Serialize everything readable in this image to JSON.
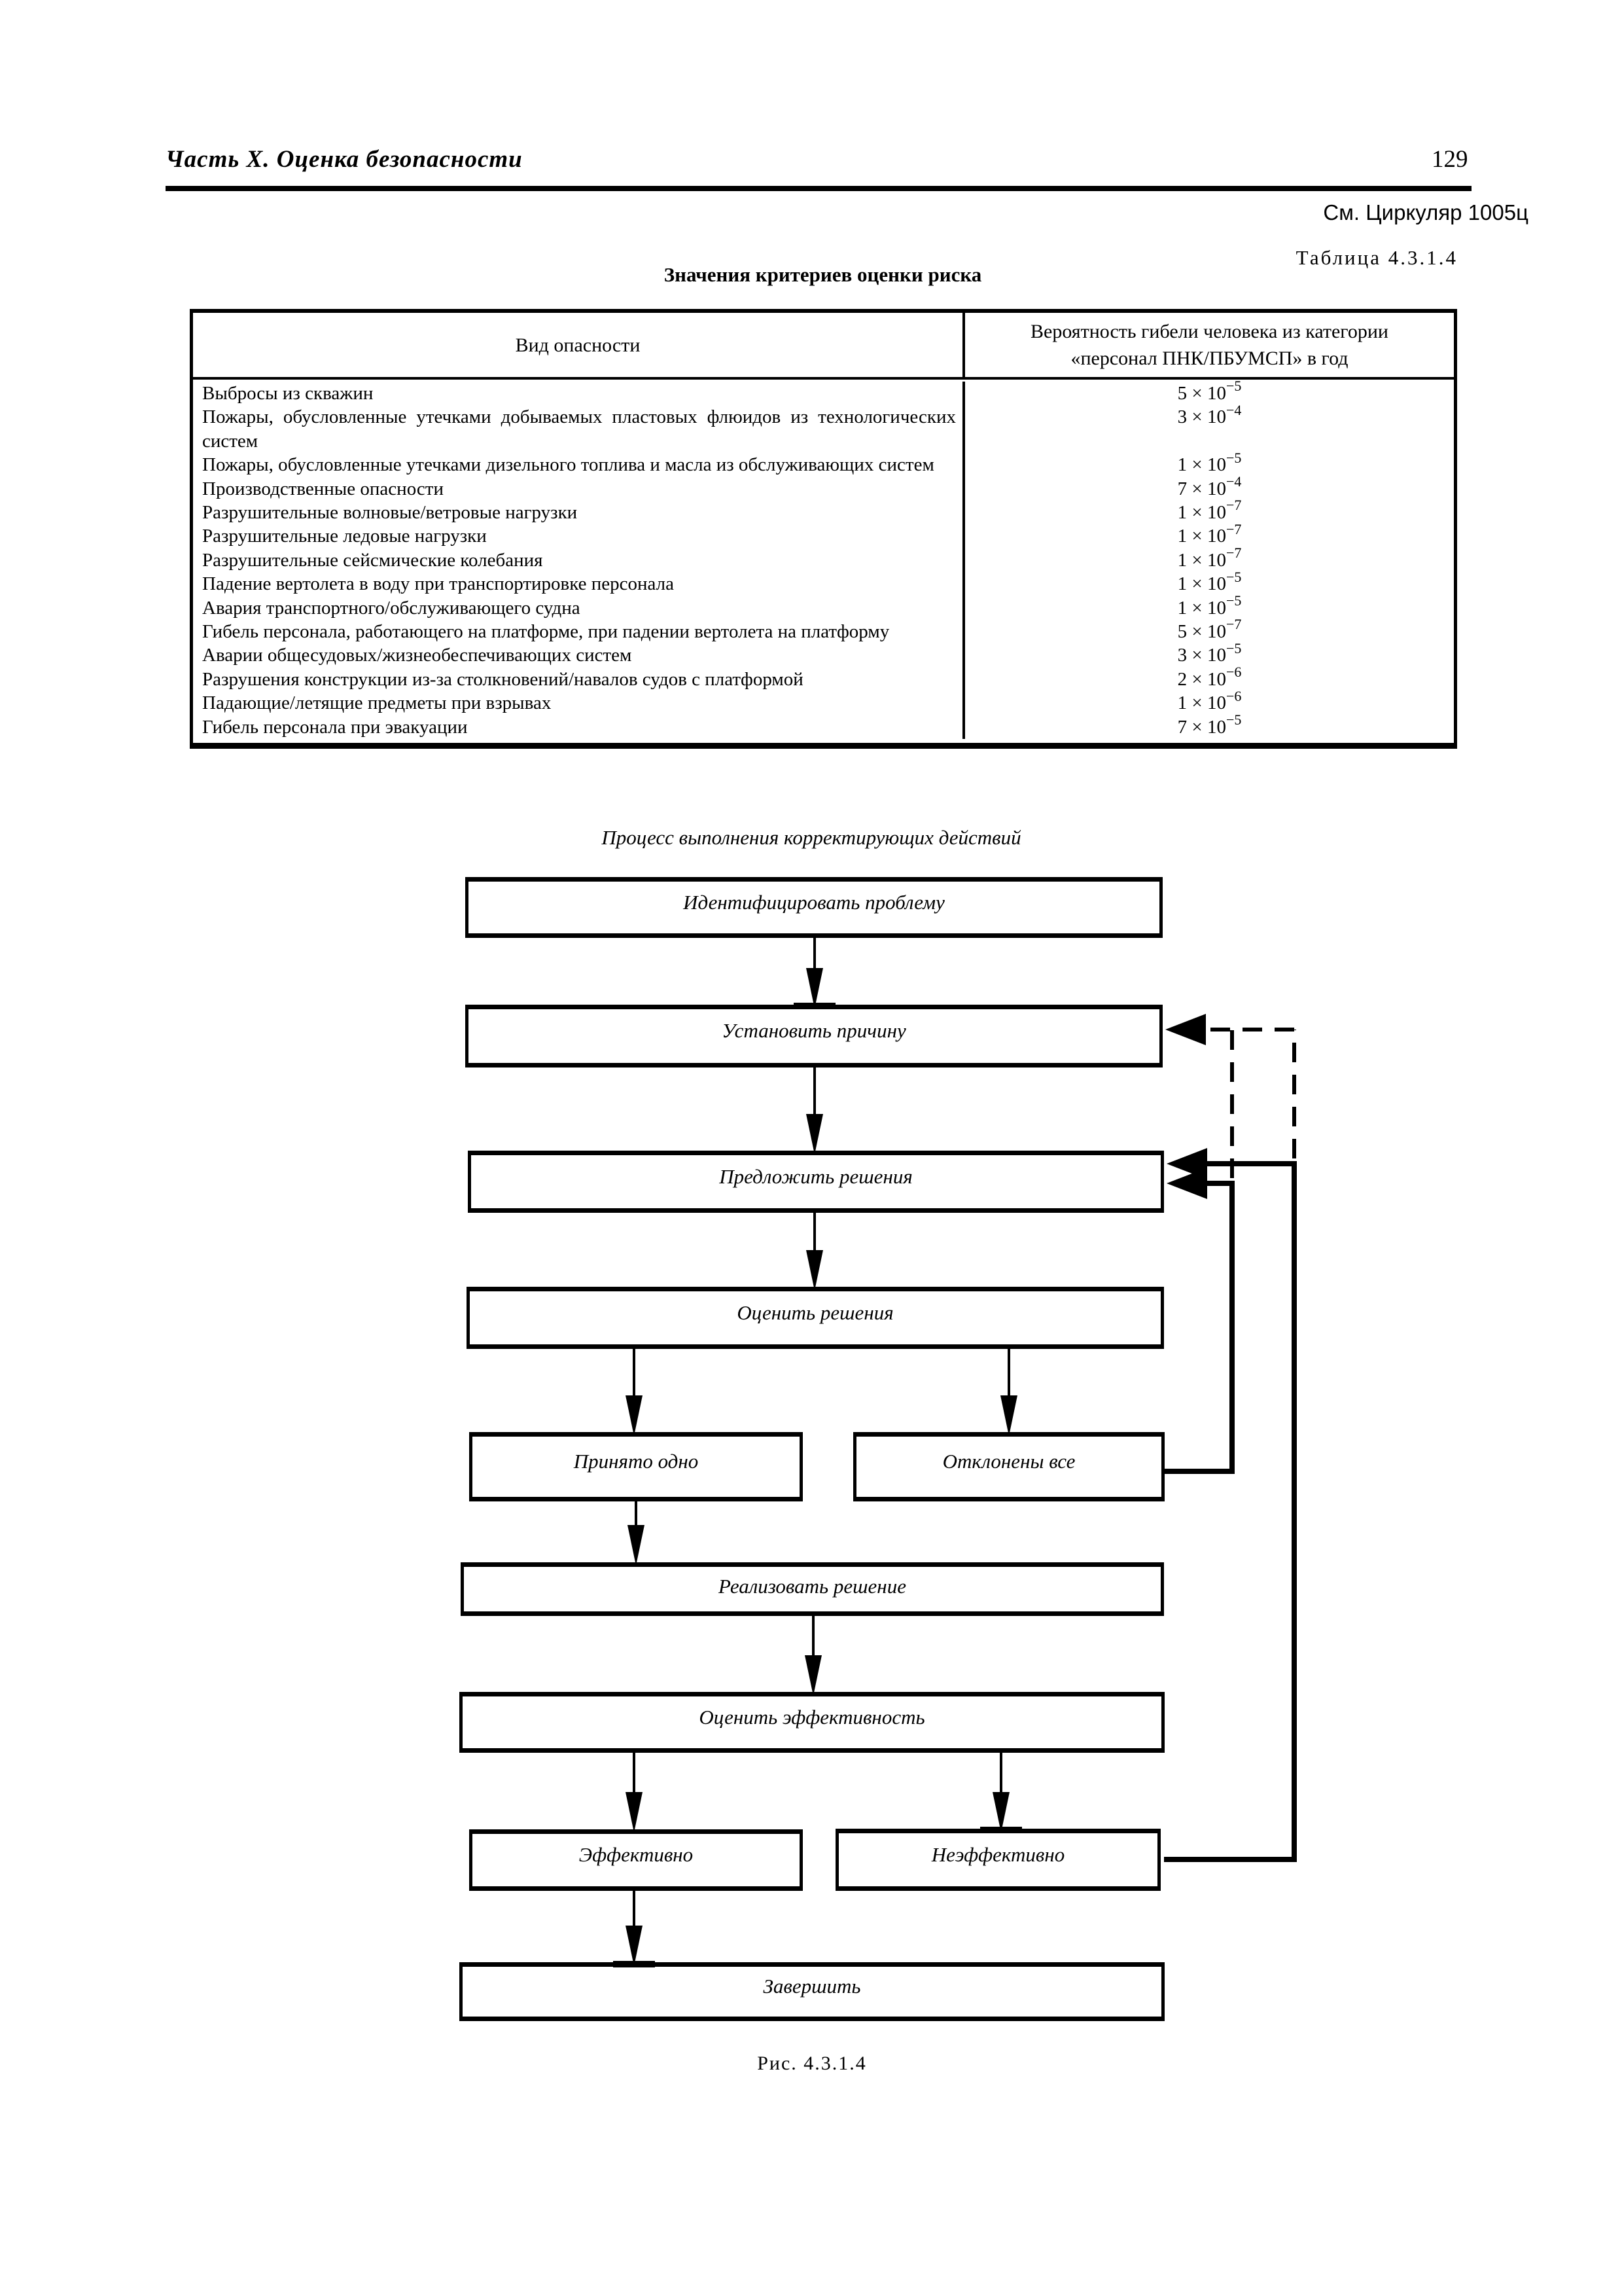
{
  "colors": {
    "ink": "#000000",
    "paper": "#ffffff"
  },
  "header": {
    "part_title": "Часть X. Оценка безопасности",
    "page_number": "129"
  },
  "notes": {
    "circular": "См. Циркуляр 1005ц",
    "table_label": "Таблица 4.3.1.4"
  },
  "table": {
    "title": "Значения критериев оценки риска",
    "col1_header": "Вид опасности",
    "col2_header": "Вероятность гибели человека из категории «персонал ПНК/ПБУМСП» в год",
    "rows": [
      {
        "hazard": "Выбросы из скважин",
        "value_prefix": "5 × 10",
        "value_exp": "−5"
      },
      {
        "hazard": "Пожары, обусловленные утечками добываемых пластовых флюидов из технологических систем",
        "value_prefix": "3 × 10",
        "value_exp": "−4"
      },
      {
        "hazard": "Пожары, обусловленные утечками дизельного топлива и масла из обслуживающих систем",
        "value_prefix": "1 × 10",
        "value_exp": "−5"
      },
      {
        "hazard": "Производственные опасности",
        "value_prefix": "7 × 10",
        "value_exp": "−4"
      },
      {
        "hazard": "Разрушительные волновые/ветровые нагрузки",
        "value_prefix": "1 × 10",
        "value_exp": "−7"
      },
      {
        "hazard": "Разрушительные ледовые нагрузки",
        "value_prefix": "1 × 10",
        "value_exp": "−7"
      },
      {
        "hazard": "Разрушительные сейсмические колебания",
        "value_prefix": "1 × 10",
        "value_exp": "−7"
      },
      {
        "hazard": "Падение вертолета в воду при транспортировке персонала",
        "value_prefix": "1 × 10",
        "value_exp": "−5"
      },
      {
        "hazard": "Авария транспортного/обслуживающего судна",
        "value_prefix": "1 × 10",
        "value_exp": "−5"
      },
      {
        "hazard": "Гибель персонала, работающего на платформе, при падении вертолета на платформу",
        "value_prefix": "5 × 10",
        "value_exp": "−7"
      },
      {
        "hazard": "Аварии общесудовых/жизнеобеспечивающих систем",
        "value_prefix": "3 × 10",
        "value_exp": "−5"
      },
      {
        "hazard": "Разрушения конструкции из-за столкновений/навалов судов с платформой",
        "value_prefix": "2 × 10",
        "value_exp": "−6"
      },
      {
        "hazard": "Падающие/летящие предметы при взрывах",
        "value_prefix": "1 × 10",
        "value_exp": "−6"
      },
      {
        "hazard": "Гибель персонала при эвакуации",
        "value_prefix": "7 × 10",
        "value_exp": "−5"
      }
    ]
  },
  "flowchart": {
    "title": "Процесс выполнения корректирующих действий",
    "nodes": {
      "identify": "Идентифицировать проблему",
      "cause": "Установить причину",
      "propose": "Предложить решения",
      "evaluate": "Оценить решения",
      "accepted": "Принято одно",
      "rejected": "Отклонены все",
      "implement": "Реализовать решение",
      "assess": "Оценить эффективность",
      "effective": "Эффективно",
      "ineffective": "Неэффективно",
      "finish": "Завершить"
    },
    "caption": "Рис. 4.3.1.4"
  }
}
